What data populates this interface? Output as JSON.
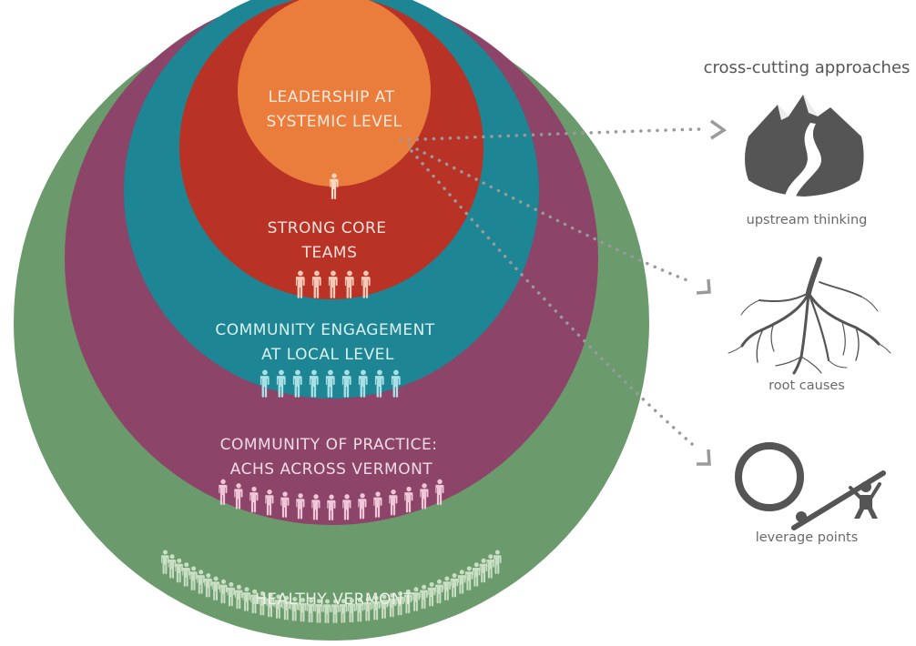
{
  "levels": [
    {
      "name": "healthy-vermont",
      "lines": [
        "HEALTHY VERMONT"
      ],
      "color": "#6b9a6c",
      "text_color": "#eaf2e6",
      "people_color": "#c8dfc3"
    },
    {
      "name": "community-of-practice",
      "lines": [
        "COMMUNITY OF PRACTICE:",
        "ACHS ACROSS VERMONT"
      ],
      "color": "#8c4468",
      "text_color": "#f1dbe6",
      "people_color": "#f0c6d9"
    },
    {
      "name": "community-engagement",
      "lines": [
        "COMMUNITY ENGAGEMENT",
        "AT LOCAL LEVEL"
      ],
      "color": "#1d8593",
      "text_color": "#d9f1f3",
      "people_color": "#a9e0e6"
    },
    {
      "name": "strong-core-teams",
      "lines": [
        "STRONG CORE",
        "TEAMS"
      ],
      "color": "#b93226",
      "text_color": "#fbe3dd",
      "people_color": "#f6c8b6"
    },
    {
      "name": "leadership",
      "lines": [
        "LEADERSHIP AT",
        "SYSTEMIC LEVEL"
      ],
      "color": "#ea7d3c",
      "text_color": "#fde9dc",
      "people_color": "#f9d7c2"
    }
  ],
  "approaches": {
    "title": "cross-cutting approaches",
    "items": [
      {
        "label": "upstream thinking",
        "icon": "mountain-river-icon"
      },
      {
        "label": "root causes",
        "icon": "roots-icon"
      },
      {
        "label": "leverage points",
        "icon": "lever-wheel-icon"
      }
    ]
  },
  "colors": {
    "connector": "#9a9a9a",
    "icon": "#555555",
    "caption": "#6a6a6a"
  }
}
